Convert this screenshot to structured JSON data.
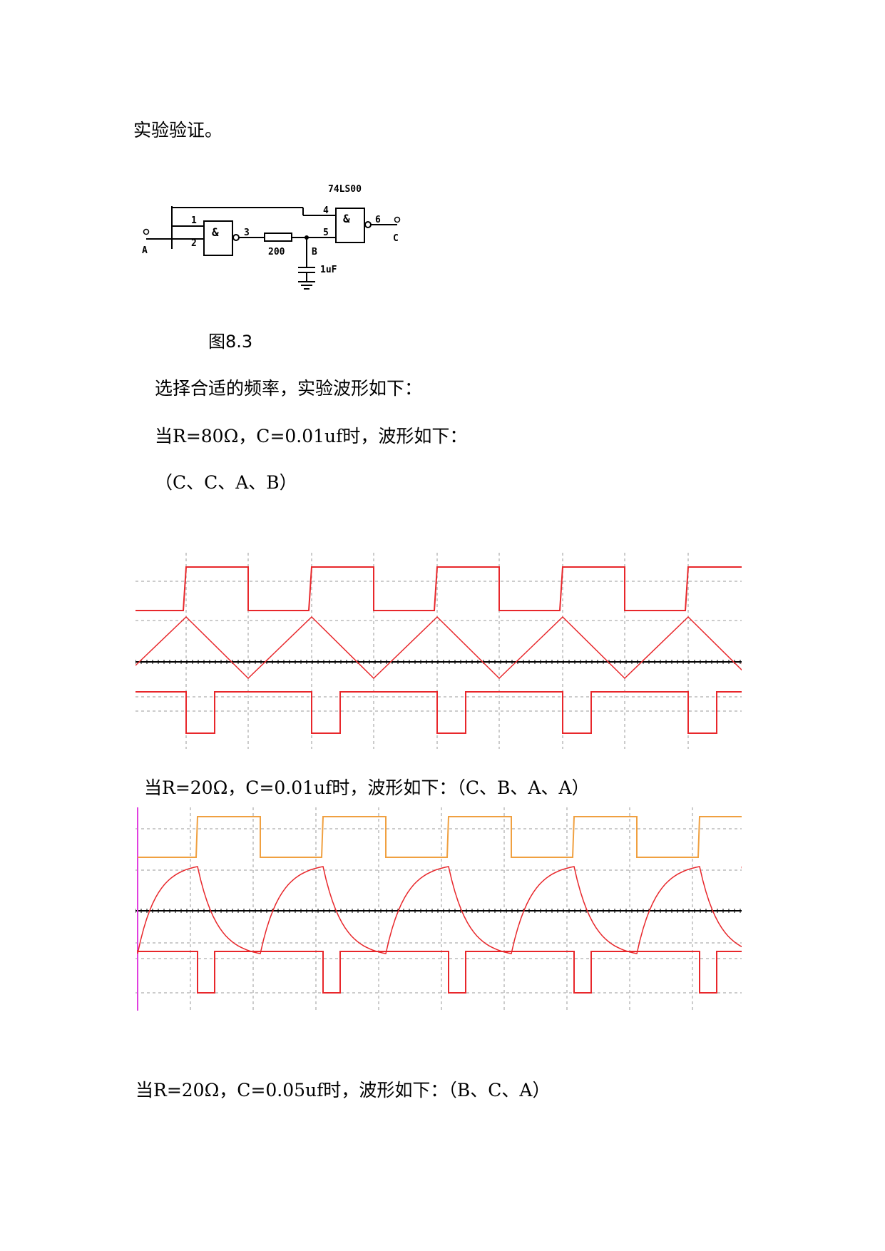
{
  "text": {
    "intro": "实验验证。",
    "figure_caption": "图8.3",
    "line1": "选择合适的频率，实验波形如下：",
    "line2": "当R=80Ω，C=0.01uf时，波形如下：",
    "line3": "（C、C、A、B）",
    "line4": "当R=20Ω，C=0.01uf时，波形如下：（C、B、A、A）",
    "line5": "当R=20Ω，C=0.05uf时，波形如下：（B、C、A）"
  },
  "circuit": {
    "chip": "74LS00",
    "gate_symbol": "&",
    "pins": [
      "1",
      "2",
      "3",
      "4",
      "5",
      "6"
    ],
    "resistor": "200",
    "capacitor": "1uF",
    "node_a": "A",
    "node_b": "B",
    "node_c": "C"
  },
  "colors": {
    "trace_red": "#e8272b",
    "trace_orange": "#f0a040",
    "marker_magenta": "#e040e0",
    "grid": "#bbbbbb",
    "axis": "#000000"
  },
  "scope1": {
    "periods": 5,
    "traces": [
      "square",
      "triangle",
      "pulse"
    ]
  },
  "scope2": {
    "periods": 5,
    "traces": [
      "square",
      "rc-exponential",
      "pulse"
    ]
  }
}
